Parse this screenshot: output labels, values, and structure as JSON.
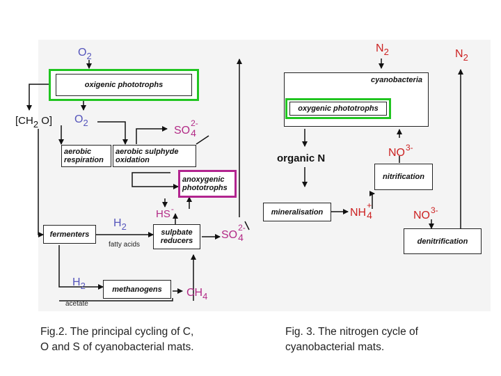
{
  "fig2": {
    "boxes": {
      "oxygenic_phototrophs": "oxigenic phototrophs",
      "aerobic_respiration": "aerobic respiration",
      "aerobic_sulphyde_oxidation": "aerobic sulphyde oxidation",
      "anoxygenic_phototrophs": "anoxygenic phototrophs",
      "fermenters": "fermenters",
      "sulphate_reducers": "sulpbate reducers",
      "methanogens": "methanogens"
    },
    "labels": {
      "o2_top": "O",
      "o2_top_sub": "2",
      "ch2o_open": "[CH",
      "ch2o_sub": "2",
      "ch2o_close": " O]",
      "o2_mid": "O",
      "o2_mid_sub": "2",
      "so4_upper": "SO",
      "so4_upper_charge": "2-",
      "so4_upper_sub": "4",
      "hs": "HS",
      "hs_charge": "-",
      "h2_mid": "H",
      "h2_mid_sub": "2",
      "so4_lower": "SO",
      "so4_lower_charge": "2-",
      "so4_lower_sub": "4",
      "fatty_acids": "fatty acids",
      "h2_low": "H",
      "h2_low_sub": "2",
      "acetate": "acetate",
      "ch4": "CH",
      "ch4_sub": "4"
    },
    "caption_line1": "Fig.2. The principal cycling of C,",
    "caption_line2": "O and S of cyanobacterial mats."
  },
  "fig3": {
    "boxes": {
      "cyanobacteria": "cyanobacteria",
      "oxygenic_phototrophs": "oxygenic phototrophs",
      "nitrification": "nitrification",
      "mineralisation": "mineralisation",
      "denitrification": "denitrification"
    },
    "labels": {
      "n2_center": "N",
      "n2_center_sub": "2",
      "n2_right": "N",
      "n2_right_sub": "2",
      "no3_upper": "NO",
      "no3_upper_charge": "3-",
      "organic_n": "organic N",
      "nh4": "NH",
      "nh4_charge": "+",
      "nh4_sub": "4",
      "no3_lower": "NO",
      "no3_lower_charge": "3-"
    },
    "caption_line1": "Fig. 3. The nitrogen cycle of",
    "caption_line2": "cyanobacterial mats."
  },
  "colors": {
    "green_border": "#21c521",
    "purple_border": "#b2248f",
    "label_blue": "#5555bb",
    "label_magenta": "#b22a86",
    "label_red": "#cc2222"
  }
}
